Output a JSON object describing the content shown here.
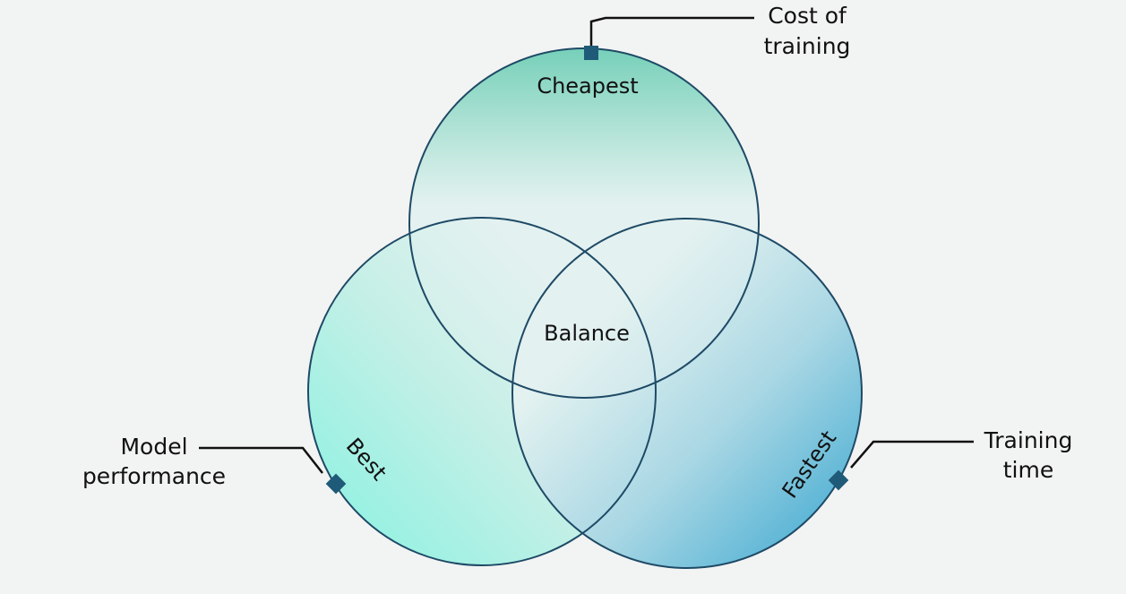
{
  "colors": {
    "background": "#f2f3f3",
    "outline": "#1e4a66",
    "marker": "#1f5a78",
    "top_circle_start": "#3dbf9c",
    "left_circle_start": "#8ff2e2",
    "right_circle_start": "#4aaed3",
    "pale": "#e3f2f0"
  },
  "circles": {
    "top": {
      "label": "Cheapest"
    },
    "left": {
      "label": "Best"
    },
    "right": {
      "label": "Fastest"
    },
    "center": {
      "label": "Balance"
    }
  },
  "callouts": {
    "top": {
      "line1": "Cost of",
      "line2": "training"
    },
    "left": {
      "line1": "Model",
      "line2": "performance"
    },
    "right": {
      "line1": "Training",
      "line2": "time"
    }
  }
}
